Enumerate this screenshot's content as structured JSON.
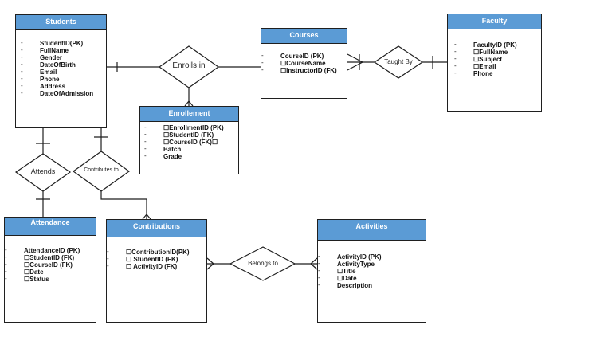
{
  "entities": {
    "students": {
      "title": "Students",
      "attributes": [
        "StudentID(PK)",
        "FullName",
        "Gender",
        "DateOfBirth",
        "Email",
        "Phone",
        "Address",
        "DateOfAdmission"
      ]
    },
    "courses": {
      "title": "Courses",
      "attributes": [
        "CourseID (PK)",
        "☐CourseName",
        "☐InstructorID (FK)"
      ]
    },
    "faculty": {
      "title": "Faculty",
      "attributes": [
        "FacultyID (PK)",
        "☐FullName",
        "☐Subject",
        "☐Email",
        "Phone"
      ]
    },
    "enrollement": {
      "title": "Enrollement",
      "attributes": [
        "☐EnrollmentID (PK)",
        "☐StudentID (FK)",
        "☐CourseID (FK)☐",
        "Batch",
        "Grade"
      ]
    },
    "attendance": {
      "title": "Attendance",
      "attributes": [
        "AttendanceID (PK)",
        "☐StudentID (FK)",
        "☐CourseID (FK)",
        "☐Date",
        "☐Status"
      ]
    },
    "contributions": {
      "title": "Contributions",
      "attributes": [
        "☐ContributionID(PK)",
        "☐ StudentID (FK)",
        "☐ ActivityID (FK)"
      ]
    },
    "activities": {
      "title": "Activities",
      "attributes": [
        "ActivityID (PK)",
        "ActivityType",
        "☐Title",
        "☐Date",
        "Description"
      ]
    }
  },
  "relationships": {
    "enrolls_in": "Enrolls in",
    "taught_by": "Taught By",
    "attends": "Attends",
    "contributes_to": "Contributes to",
    "belongs_to": "Belongs to"
  },
  "colors": {
    "header": "#5b9bd5",
    "line": "#1f1f1f"
  }
}
